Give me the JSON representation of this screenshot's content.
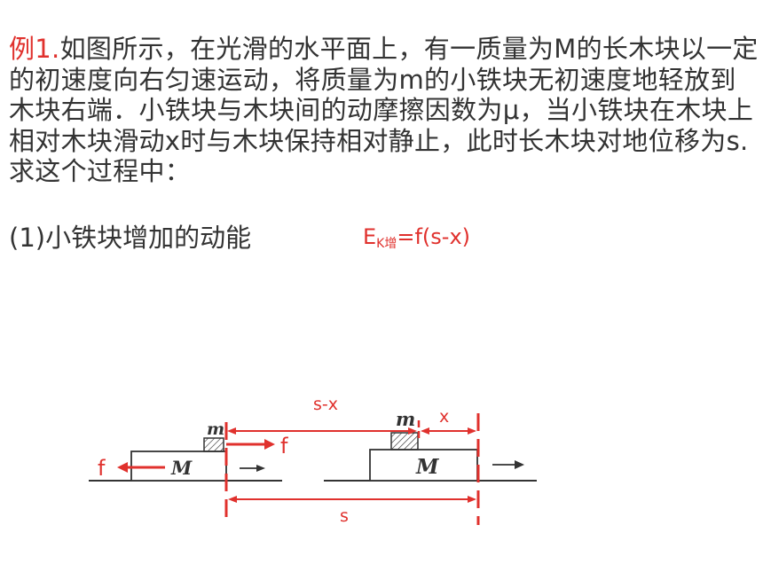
{
  "problem": {
    "label": "例1.",
    "text": "如图所示，在光滑的水平面上，有一质量为M的长木块以一定的初速度向右匀速运动，将质量为m的小铁块无初速度地轻放到木块右端．小铁块与木块间的动摩擦因数为μ，当小铁块在木块上相对木块滑动x时与木块保持相对静止，此时长木块对地位移为s.求这个过程中："
  },
  "question": {
    "text": "(1)小铁块增加的动能"
  },
  "answer": {
    "e": "E",
    "sub": "K增",
    "rest": "=f(s-x)"
  },
  "diagram": {
    "left_block_label": "M",
    "left_small_label": "m",
    "right_block_label": "M",
    "right_small_label": "m",
    "force_right_label": "f",
    "force_left_label": "f",
    "dist_top_label": "s-x",
    "dist_x_label": "x",
    "dist_bottom_label": "s",
    "colors": {
      "annotation": "#e0312d",
      "drawing": "#333333"
    }
  }
}
